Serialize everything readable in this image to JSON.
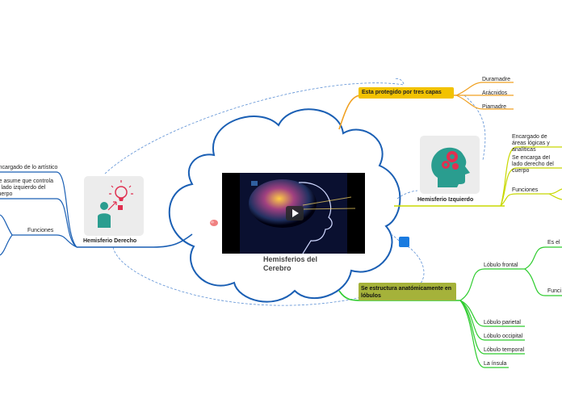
{
  "central": {
    "title": "Hemisferios del Cerebro"
  },
  "layers": {
    "title": "Esta protegido por tres capas",
    "items": [
      "Duramadre",
      "Arácnidos",
      "Piamadre"
    ]
  },
  "left_hemisphere": {
    "title": "Hemisferio Izquierdo",
    "items": [
      "Encargado de áreas lógicas y analíticas",
      "Se encarga del lado derecho del cuerpo",
      "Funciones"
    ]
  },
  "right_hemisphere": {
    "title": "Hemisferio Derecho",
    "items": [
      "Encargado de lo artístico",
      "Se asume que controla el lado izquierdo del cuerpo",
      "Funciones"
    ]
  },
  "lobes": {
    "title": "Se estructura anatómicamente en lóbulos",
    "items": [
      "Lóbulo frontal",
      "Lóbulo parietal",
      "Lóbulo occipital",
      "Lóbulo temporal",
      "La ínsula"
    ],
    "frontal_children": [
      "Es el",
      "Funci"
    ]
  },
  "colors": {
    "blue": "#1a5fb4",
    "orange": "#f0a020",
    "yellow_green": "#c8d800",
    "green": "#2ecc2e",
    "dashed": "#5b8fd4"
  }
}
